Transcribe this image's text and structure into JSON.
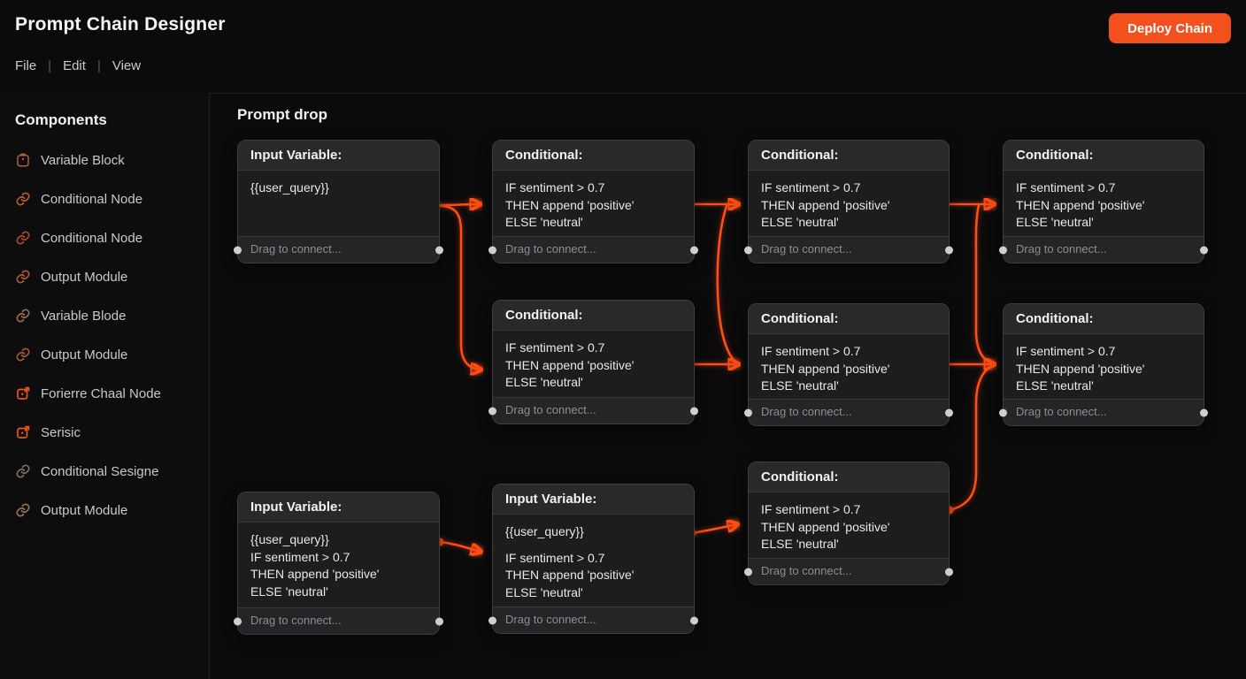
{
  "app": {
    "title": "Prompt Chain Designer",
    "deploy_button": "Deploy Chain"
  },
  "menu": {
    "separator": "|",
    "items": [
      "File",
      "Edit",
      "View"
    ]
  },
  "colors": {
    "accent": "#ff4d14",
    "deploy_button": "#f4501d"
  },
  "sidebar": {
    "heading": "Components",
    "items": [
      {
        "label": "Variable Block",
        "icon": "box-icon"
      },
      {
        "label": "Conditional Node",
        "icon": "link-icon"
      },
      {
        "label": "Conditional Node",
        "icon": "link-icon"
      },
      {
        "label": "Output Module",
        "icon": "link-icon"
      },
      {
        "label": "Variable Blode",
        "icon": "link-icon"
      },
      {
        "label": "Output Module",
        "icon": "link-icon"
      },
      {
        "label": "Forierre Chaal Node",
        "icon": "box-arrow-icon"
      },
      {
        "label": "Serisic",
        "icon": "box-arrow-icon"
      },
      {
        "label": "Conditional Sesigne",
        "icon": "link-icon"
      },
      {
        "label": "Output Module",
        "icon": "link-icon"
      }
    ]
  },
  "canvas": {
    "heading": "Prompt drop",
    "nodes": [
      {
        "title": "Input Variable:",
        "lines": [
          "{{user_query}}"
        ],
        "footer": "Drag to connect..."
      },
      {
        "title": "Conditional:",
        "lines": [
          "IF sentiment > 0.7",
          "THEN append 'positive'",
          "ELSE 'neutral'"
        ],
        "footer": "Drag to connect..."
      },
      {
        "title": "Conditional:",
        "lines": [
          "IF sentiment > 0.7",
          "THEN append 'positive'",
          "ELSE 'neutral'"
        ],
        "footer": "Drag to connect..."
      },
      {
        "title": "Conditional:",
        "lines": [
          "IF sentiment > 0.7",
          "THEN append 'positive'",
          "ELSE 'neutral'"
        ],
        "footer": "Drag to connect..."
      },
      {
        "title": "Conditional:",
        "lines": [
          "IF sentiment > 0.7",
          "THEN append 'positive'",
          "ELSE 'neutral'"
        ],
        "footer": "Drag to connect..."
      },
      {
        "title": "Conditional:",
        "lines": [
          "IF sentiment > 0.7",
          "THEN append 'positive'",
          "ELSE 'neutral'"
        ],
        "footer": "Drag to connect..."
      },
      {
        "title": "Conditional:",
        "lines": [
          "IF sentiment > 0.7",
          "THEN append 'positive'",
          "ELSE 'neutral'"
        ],
        "footer": "Drag to connect..."
      },
      {
        "title": "Conditional:",
        "lines": [
          "IF sentiment > 0.7",
          "THEN append 'positive'",
          "ELSE 'neutral'"
        ],
        "footer": "Drag to connect..."
      },
      {
        "title": "Input Variable:",
        "lines": [
          "{{user_query}}",
          "IF sentiment > 0.7",
          "THEN append 'positive'",
          "ELSE 'neutral'"
        ],
        "footer": "Drag to connect..."
      },
      {
        "title": "Input Variable:",
        "lines": [
          "{{user_query}}",
          "IF sentiment > 0.7",
          "THEN append 'positive'",
          "ELSE 'neutral'"
        ],
        "footer": "Drag to connect..."
      }
    ]
  }
}
